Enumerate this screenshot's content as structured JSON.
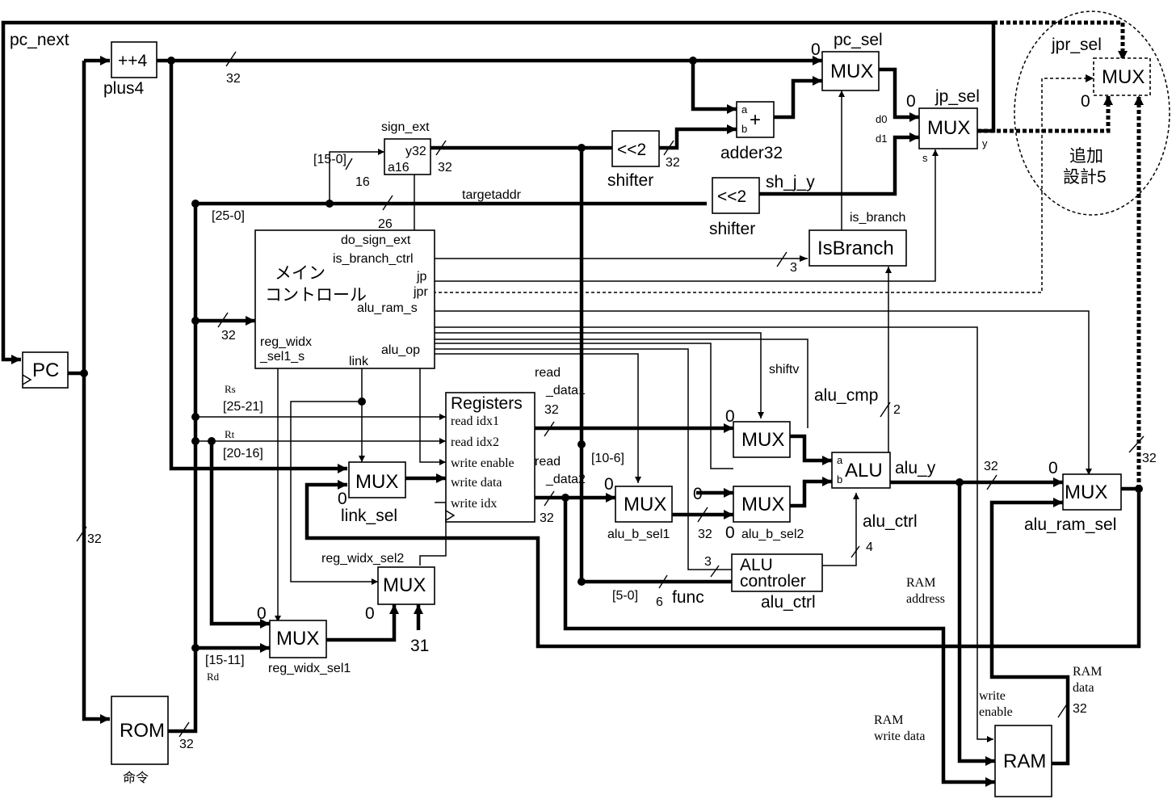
{
  "blocks": {
    "pc": "PC",
    "plus4_op": "++4",
    "plus4_name": "plus4",
    "rom": "ROM",
    "rom_caption": "命令",
    "pc_sel_mux": "MUX",
    "pc_sel_name": "pc_sel",
    "jp_sel_mux": "MUX",
    "jp_sel_name": "jp_sel",
    "jpr_sel_mux": "MUX",
    "jpr_sel_name": "jpr_sel",
    "adder_op": "+",
    "adder_name": "adder32",
    "shifter1_op": "<<2",
    "shifter1_name": "shifter",
    "shifter2_op": "<<2",
    "shifter2_name": "shifter",
    "sign_ext_name": "sign_ext",
    "isbranch": "IsBranch",
    "main_control_line1": "メイン",
    "main_control_line2": "コントロール",
    "registers": "Registers",
    "link_mux": "MUX",
    "link_sel_name": "link_sel",
    "regw2_mux": "MUX",
    "regw2_name": "reg_widx_sel2",
    "regw1_mux": "MUX",
    "regw1_name": "reg_widx_sel1",
    "alu_mux_a": "MUX",
    "alu_mux_b1": "MUX",
    "alu_b_sel1_name": "alu_b_sel1",
    "alu_mux_b2": "MUX",
    "alu_b_sel2_name": "alu_b_sel2",
    "alu": "ALU",
    "alu_ctrl_line1": "ALU",
    "alu_ctrl_line2": "controler",
    "alu_ctrl_name": "alu_ctrl",
    "alu_ram_mux": "MUX",
    "alu_ram_sel_name": "alu_ram_sel",
    "ram": "RAM"
  },
  "ports": {
    "adder_a": "a",
    "adder_b": "b",
    "sign_ext_y": "y32",
    "sign_ext_a": "a16",
    "jp_d0": "d0",
    "jp_d1": "d1",
    "jp_s": "s",
    "jp_y": "y",
    "alu_a": "a",
    "alu_b": "b",
    "ctrl_do_sign_ext": "do_sign_ext",
    "ctrl_is_branch_ctrl": "is_branch_ctrl",
    "ctrl_jp": "jp",
    "ctrl_jpr": "jpr",
    "ctrl_alu_ram_s": "alu_ram_s",
    "ctrl_alu_op": "alu_op",
    "ctrl_reg_widx_1": "reg_widx",
    "ctrl_reg_widx_2": "_sel1_s",
    "ctrl_link": "link",
    "reg_read_idx1": "read idx1",
    "reg_read_idx2": "read idx2",
    "reg_write_enable": "write enable",
    "reg_write_data": "write data",
    "reg_write_idx": "write idx"
  },
  "signals": {
    "pc_next": "pc_next",
    "targetaddr": "targetaddr",
    "sh_j_y": "sh_j_y",
    "is_branch": "is_branch",
    "shiftv": "shiftv",
    "alu_cmp": "alu_cmp",
    "alu_y": "alu_y",
    "alu_ctrl": "alu_ctrl",
    "func": "func",
    "read_data1_a": "read",
    "read_data1_b": "_data1",
    "read_data2_a": "read",
    "read_data2_b": "_data2",
    "rs": "Rs",
    "rt": "Rt",
    "rd": "Rd",
    "ram_address_a": "RAM",
    "ram_address_b": "address",
    "ram_write_data_a": "RAM",
    "ram_write_data_b": "write data",
    "ram_data_a": "RAM",
    "ram_data_b": "data",
    "write_enable_a": "write",
    "write_enable_b": "enable",
    "const31": "31",
    "addition_line1": "追加",
    "addition_line2": "設計5"
  },
  "bitfields": {
    "b15_0": "[15-0]",
    "b25_0": "[25-0]",
    "b25_21": "[25-21]",
    "b20_16": "[20-16]",
    "b15_11": "[15-11]",
    "b10_6": "[10-6]",
    "b5_0": "[5-0]"
  },
  "widths": {
    "w32": "32",
    "w26": "26",
    "w16": "16",
    "w6": "6",
    "w4": "4",
    "w3": "3",
    "w2": "2"
  },
  "selectors": {
    "zero": "0"
  }
}
